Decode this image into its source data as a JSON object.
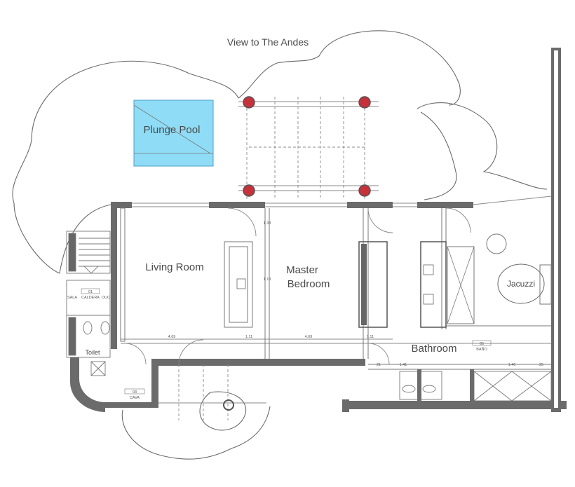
{
  "labels": {
    "view": "View to The Andes",
    "plunge_pool": "Plunge Pool",
    "living_room": "Living Room",
    "master_line1": "Master",
    "master_line2": "Bedroom",
    "jacuzzi": "Jacuzzi",
    "bathroom": "Bathroom",
    "toilet": "Toilet"
  },
  "tags": {
    "sala": "SALA",
    "caldera": "CALDERA",
    "duc": "DUC",
    "cava": "CAVA",
    "bano": "BAÑO",
    "code_caldera": "01",
    "code_cava": "03",
    "code_bano": "05"
  },
  "dims": {
    "living_width": "4.69",
    "master_width": "4.69",
    "closet": "1.11",
    "closet2": "1.11",
    "vertical": "1.38",
    "vertical2": "1.18",
    "bath_a": "21",
    "bath_b": "1.41",
    "bath_c": "1.46",
    "bath_d": "25"
  },
  "colors": {
    "pool_fill": "#8fdcf6",
    "wall": "#6b6b6b",
    "column_red": "#c8303a",
    "line": "#6b6b6b"
  }
}
